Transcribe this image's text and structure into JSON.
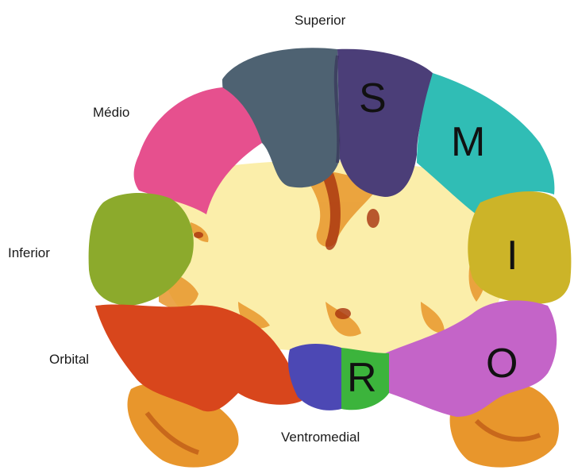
{
  "labels": {
    "superior": "Superior",
    "medio": "Médio",
    "inferior": "Inferior",
    "orbital": "Orbital",
    "ventromedial": "Ventromedial"
  },
  "letters": {
    "s": "S",
    "m": "M",
    "i": "I",
    "o": "O",
    "r": "R"
  },
  "colors": {
    "superior_left": "#4e6272",
    "superior_right": "#4b3e78",
    "medio_left": "#e6508e",
    "medio_right": "#30bdb5",
    "inferior_left": "#8caa2c",
    "inferior_right": "#ccb428",
    "orbital_left": "#d8461c",
    "orbital_right": "#c464c8",
    "ventromedial_left": "#4c48b4",
    "ventromedial_right": "#3cb43c",
    "white_matter": "#fbeeaa",
    "tissue": "#e89a30"
  }
}
